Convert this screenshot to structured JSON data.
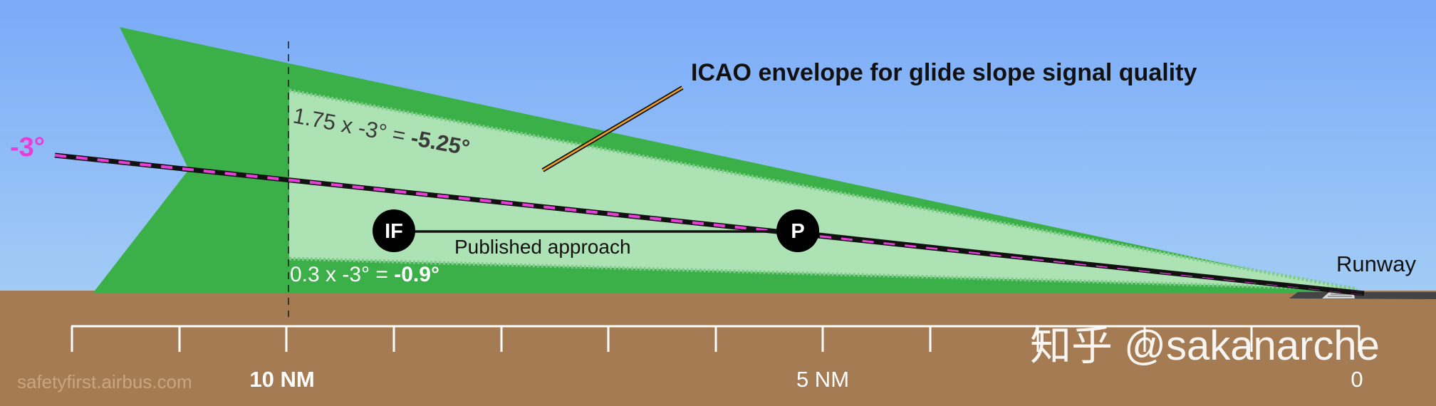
{
  "texts": {
    "title": "ICAO envelope for glide slope signal quality",
    "upper_prefix": "1.75 x -3° = ",
    "upper_value": "-5.25°",
    "lower_prefix": "0.3 x -3° = ",
    "lower_value": "-0.9°",
    "slope": "-3°",
    "if_label": "IF",
    "p_label": "P",
    "published": "Published approach",
    "runway": "Runway",
    "ten_nm": "10 NM",
    "five_nm": "5 NM",
    "zero": "0",
    "credit": "safetyfirst.airbus.com",
    "watermark": "知乎 @sakanarche"
  },
  "colors": {
    "sky_top": "#7aaaf8",
    "sky_bottom": "#a2ccf6",
    "ground": "#a47b53",
    "envelope": "#3bb049",
    "inner_zone": "#ade2b4",
    "slope_color": "#e83ed9",
    "leader_orange": "#f0a020"
  }
}
